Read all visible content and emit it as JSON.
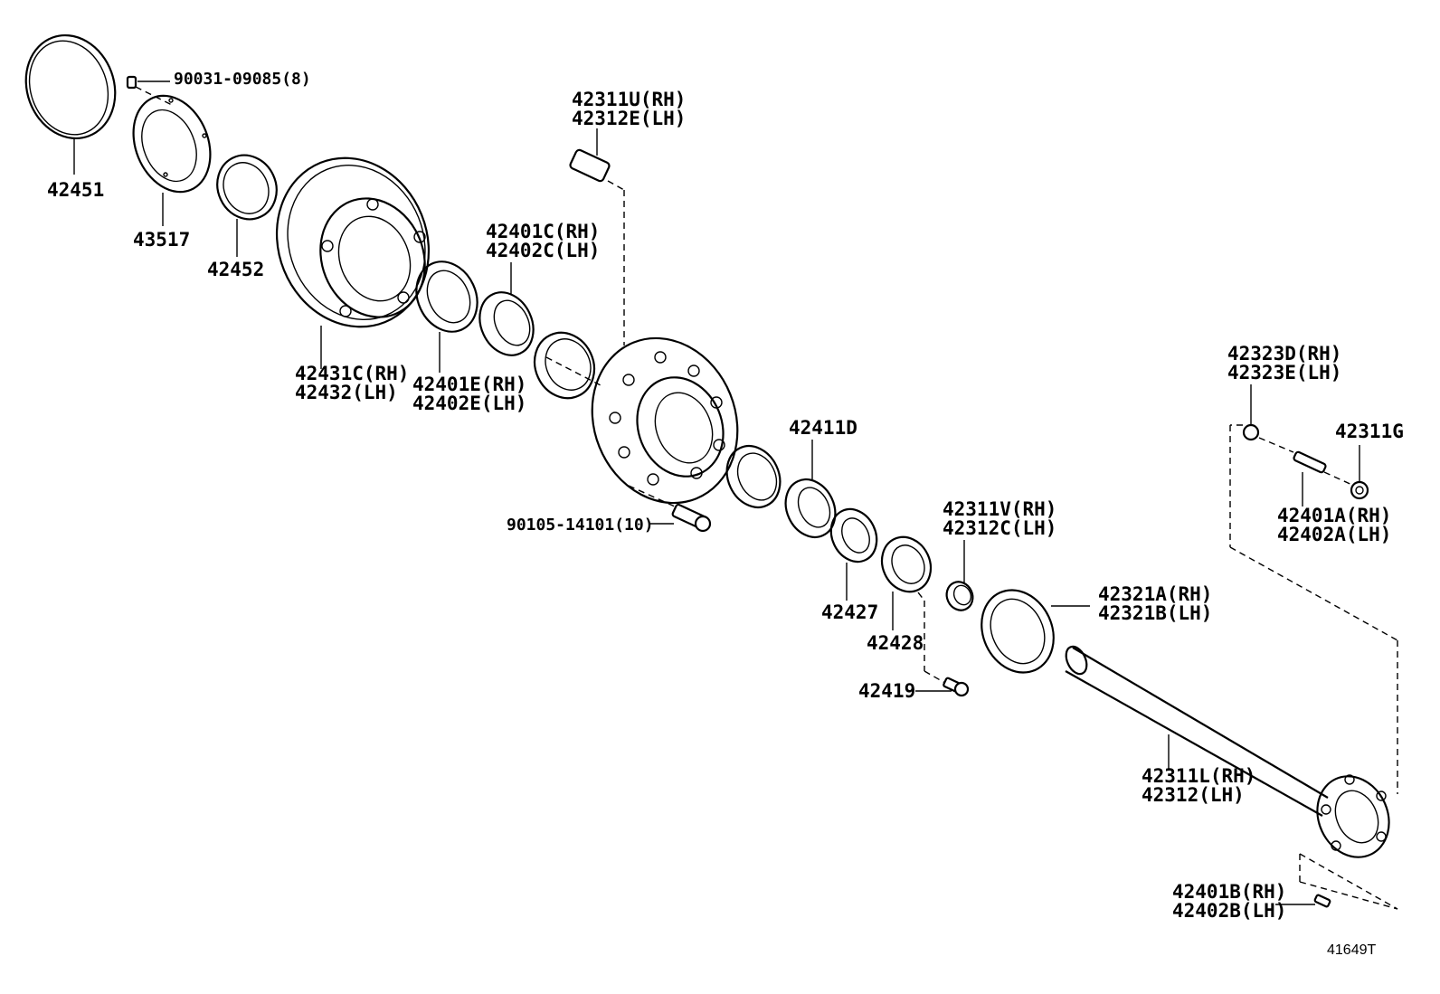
{
  "diagram": {
    "reference_code": "41649T",
    "parts": {
      "p42451": "42451",
      "p90031": "90031-09085(8)",
      "p43517": "43517",
      "p42452": "42452",
      "p42311u_rh": "42311U(RH)",
      "p42312e_lh": "42312E(LH)",
      "p42401c_rh": "42401C(RH)",
      "p42402c_lh": "42402C(LH)",
      "p42431c_rh": "42431C(RH)",
      "p42432_lh": "42432(LH)",
      "p42401e_rh": "42401E(RH)",
      "p42402e_lh": "42402E(LH)",
      "p42411d": "42411D",
      "p90105": "90105-14101(10)",
      "p42311v_rh": "42311V(RH)",
      "p42312c_lh": "42312C(LH)",
      "p42427": "42427",
      "p42428": "42428",
      "p42419": "42419",
      "p42321a_rh": "42321A(RH)",
      "p42321b_lh": "42321B(LH)",
      "p42323d_rh": "42323D(RH)",
      "p42323e_lh": "42323E(LH)",
      "p42311g": "42311G",
      "p42401a_rh": "42401A(RH)",
      "p42402a_lh": "42402A(LH)",
      "p42311l_rh": "42311L(RH)",
      "p42312_lh": "42312(LH)",
      "p42401b_rh": "42401B(RH)",
      "p42402b_lh": "42402B(LH)"
    }
  }
}
